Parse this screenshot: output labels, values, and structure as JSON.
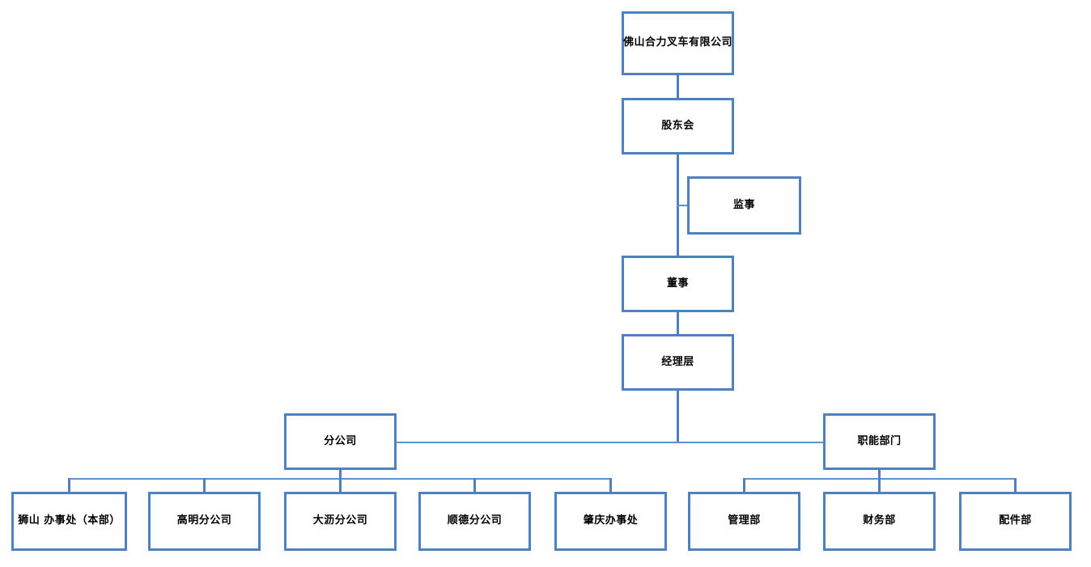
{
  "chart": {
    "type": "org-chart",
    "title": "",
    "accent_color": "#4e81bd",
    "connector_color": "#5e92cc",
    "background_color": "#ffffff",
    "text_color": "#000000",
    "nodes": [
      {
        "id": "company",
        "label": "佛山合力叉车有限公司",
        "level": 0
      },
      {
        "id": "shareholders",
        "label": "股东会",
        "level": 1
      },
      {
        "id": "supervisor",
        "label": "监事",
        "level": 2
      },
      {
        "id": "director",
        "label": "董事",
        "level": 3
      },
      {
        "id": "management",
        "label": "经理层",
        "level": 4
      },
      {
        "id": "branch",
        "label": "分公司",
        "level": 5
      },
      {
        "id": "functional",
        "label": "职能部门",
        "level": 5
      },
      {
        "id": "shishan",
        "label": "狮山 办事处（本部）",
        "level": 6
      },
      {
        "id": "gaoming",
        "label": "高明分公司",
        "level": 6
      },
      {
        "id": "dali",
        "label": "大沥分公司",
        "level": 6
      },
      {
        "id": "shunde",
        "label": "顺德分公司",
        "level": 6
      },
      {
        "id": "zhaoqing",
        "label": "肇庆办事处",
        "level": 6
      },
      {
        "id": "admin",
        "label": "管理部",
        "level": 6
      },
      {
        "id": "finance",
        "label": "财务部",
        "level": 6
      },
      {
        "id": "parts",
        "label": "配件部",
        "level": 6
      }
    ],
    "edges": [
      {
        "from": "company",
        "to": "shareholders"
      },
      {
        "from": "shareholders",
        "to": "supervisor"
      },
      {
        "from": "shareholders",
        "to": "director"
      },
      {
        "from": "director",
        "to": "management"
      },
      {
        "from": "management",
        "to": "branch"
      },
      {
        "from": "management",
        "to": "functional"
      },
      {
        "from": "branch",
        "to": "shishan"
      },
      {
        "from": "branch",
        "to": "gaoming"
      },
      {
        "from": "branch",
        "to": "dali"
      },
      {
        "from": "branch",
        "to": "shunde"
      },
      {
        "from": "branch",
        "to": "zhaoqing"
      },
      {
        "from": "functional",
        "to": "admin"
      },
      {
        "from": "functional",
        "to": "finance"
      },
      {
        "from": "functional",
        "to": "parts"
      }
    ]
  }
}
